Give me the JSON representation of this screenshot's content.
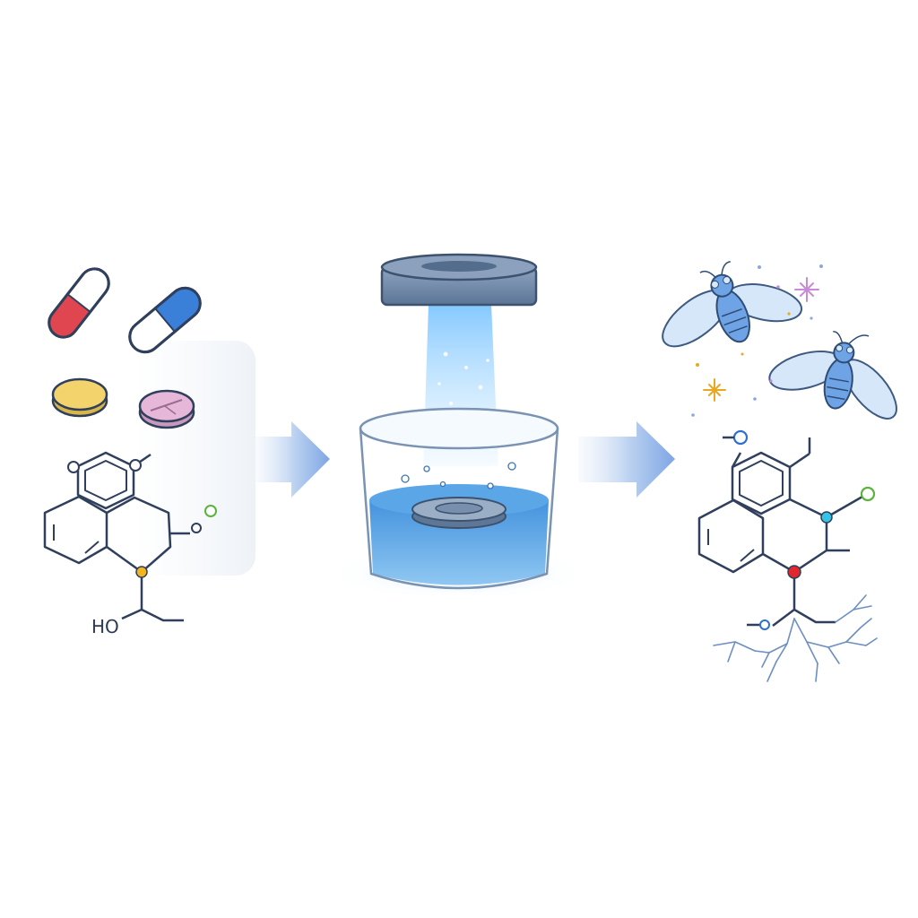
{
  "labels": {
    "left_hydroxyl": "HO",
    "left_o_top": "O",
    "left_o_top2": "O",
    "left_o_side": "O",
    "right_o_top": "O",
    "right_o_side": "O",
    "right_o_bottom": "O"
  },
  "colors": {
    "outline": "#2f3f5c",
    "capsule_red": "#e0464f",
    "capsule_blue": "#3a7fd8",
    "tablet_yellow": "#f3d36b",
    "tablet_pink": "#e6b7d8",
    "arrow_blue": "#8fb2e8",
    "water_blue": "#4a9be0",
    "lid_slate": "#6e87a6",
    "node_yellow": "#f2b520",
    "node_red": "#e2262e",
    "node_cyan": "#35c3e6",
    "node_green": "#5ab33b",
    "node_blue": "#2f6fd0"
  },
  "icons": [
    "capsule-red-icon",
    "capsule-blue-icon",
    "tablet-yellow-icon",
    "tablet-pink-icon",
    "molecule-icon",
    "photoreactor-icon",
    "fly-icon",
    "sparkle-icon",
    "neuron-branch-icon"
  ]
}
